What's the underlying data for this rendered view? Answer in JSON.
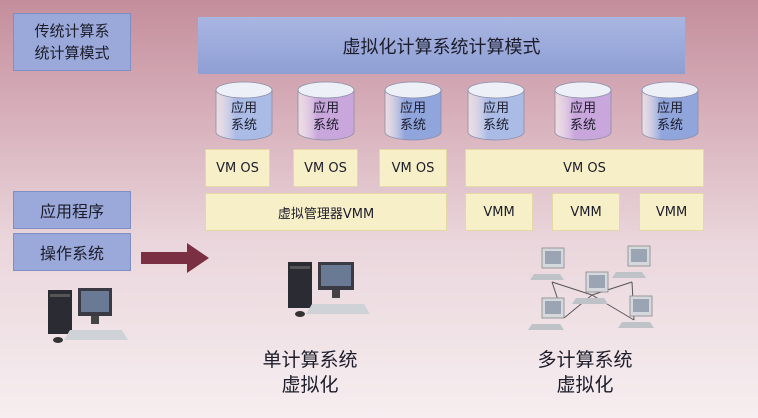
{
  "traditional_mode": "传统计算系统计算模式",
  "virtualization_mode": "虚拟化计算系统计算模式",
  "apps_label": "应用程序",
  "os_label": "操作系统",
  "app_cylinders": [
    {
      "label": "应用系统",
      "color": "#aabbe6"
    },
    {
      "label": "应用系统",
      "color": "#c9a7dc"
    },
    {
      "label": "应用系统",
      "color": "#8fa5dc"
    },
    {
      "label": "应用系统",
      "color": "#aabbe6"
    },
    {
      "label": "应用系统",
      "color": "#c9a7dc"
    },
    {
      "label": "应用系统",
      "color": "#8fa5dc"
    }
  ],
  "vm_os": [
    "VM OS",
    "VM OS",
    "VM OS",
    "VM OS"
  ],
  "hypervisor": "虚拟管理器VMM",
  "vmm": [
    "VMM",
    "VMM",
    "VMM"
  ],
  "single_caption": "单计算系统虚拟化",
  "multi_caption": "多计算系统虚拟化",
  "colors": {
    "blue_box": "#9aa9d9",
    "cream_box": "#f7efc8",
    "arrow": "#7a2f42"
  },
  "icons": [
    "arrow-right-icon",
    "desktop-computer-icon",
    "computer-network-icon"
  ]
}
